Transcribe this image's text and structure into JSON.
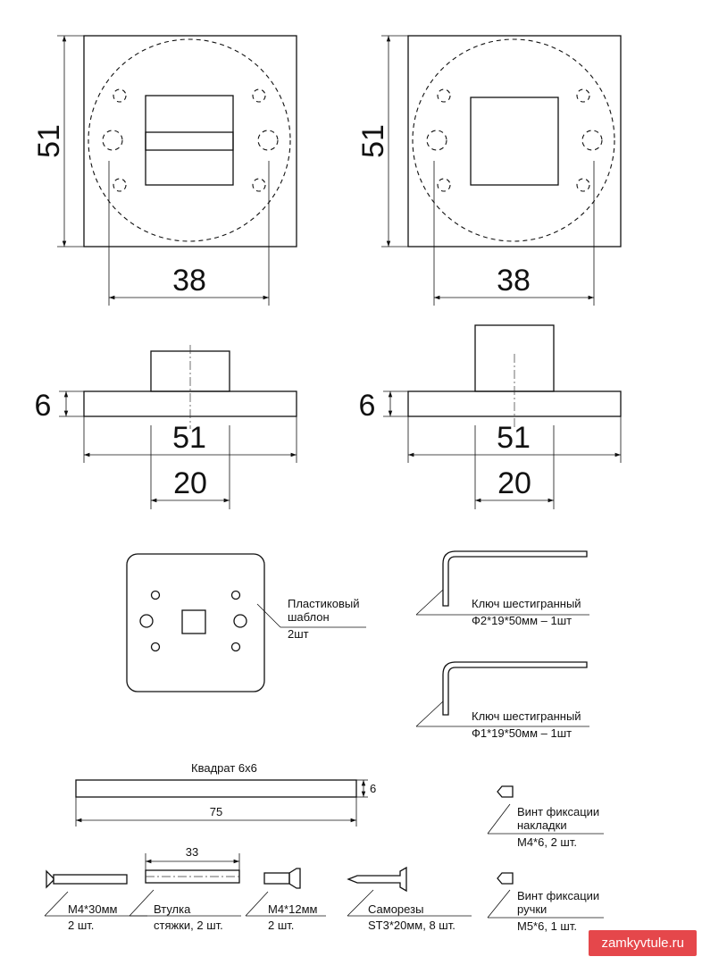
{
  "top_views": {
    "left": {
      "height_dim": "51",
      "width_dim": "38"
    },
    "right": {
      "height_dim": "51",
      "width_dim": "38"
    }
  },
  "side_views": {
    "left": {
      "thickness_dim": "6",
      "width_dim": "51",
      "core_dim": "20"
    },
    "right": {
      "thickness_dim": "6",
      "width_dim": "51",
      "core_dim": "20"
    }
  },
  "template": {
    "label_1": "Пластиковый",
    "label_2": "шаблон",
    "qty": "2шт"
  },
  "hex_keys": [
    {
      "name": "Ключ шестигранный",
      "spec": "Ф2*19*50мм – 1шт"
    },
    {
      "name": "Ключ шестигранный",
      "spec": "Ф1*19*50мм – 1шт"
    }
  ],
  "square_rod": {
    "title": "Квадрат 6х6",
    "length": "75",
    "side": "6"
  },
  "screw_plate": {
    "line1": "Винт фиксации",
    "line2": "накладки",
    "qty": "М4*6, 2 шт."
  },
  "screw_handle": {
    "line1": "Винт фиксации",
    "line2": "ручки",
    "qty": "М5*6, 1 шт."
  },
  "bolt_long": {
    "size": "М4*30мм",
    "qty": "2 шт."
  },
  "sleeve": {
    "length": "33",
    "line1": "Втулка",
    "line2": "стяжки, 2 шт."
  },
  "bolt_short": {
    "size": "М4*12мм",
    "qty": "2 шт."
  },
  "self_tapping": {
    "title": "Саморезы",
    "spec": "ST3*20мм, 8 шт."
  },
  "watermark": "zamkyvtule.ru"
}
